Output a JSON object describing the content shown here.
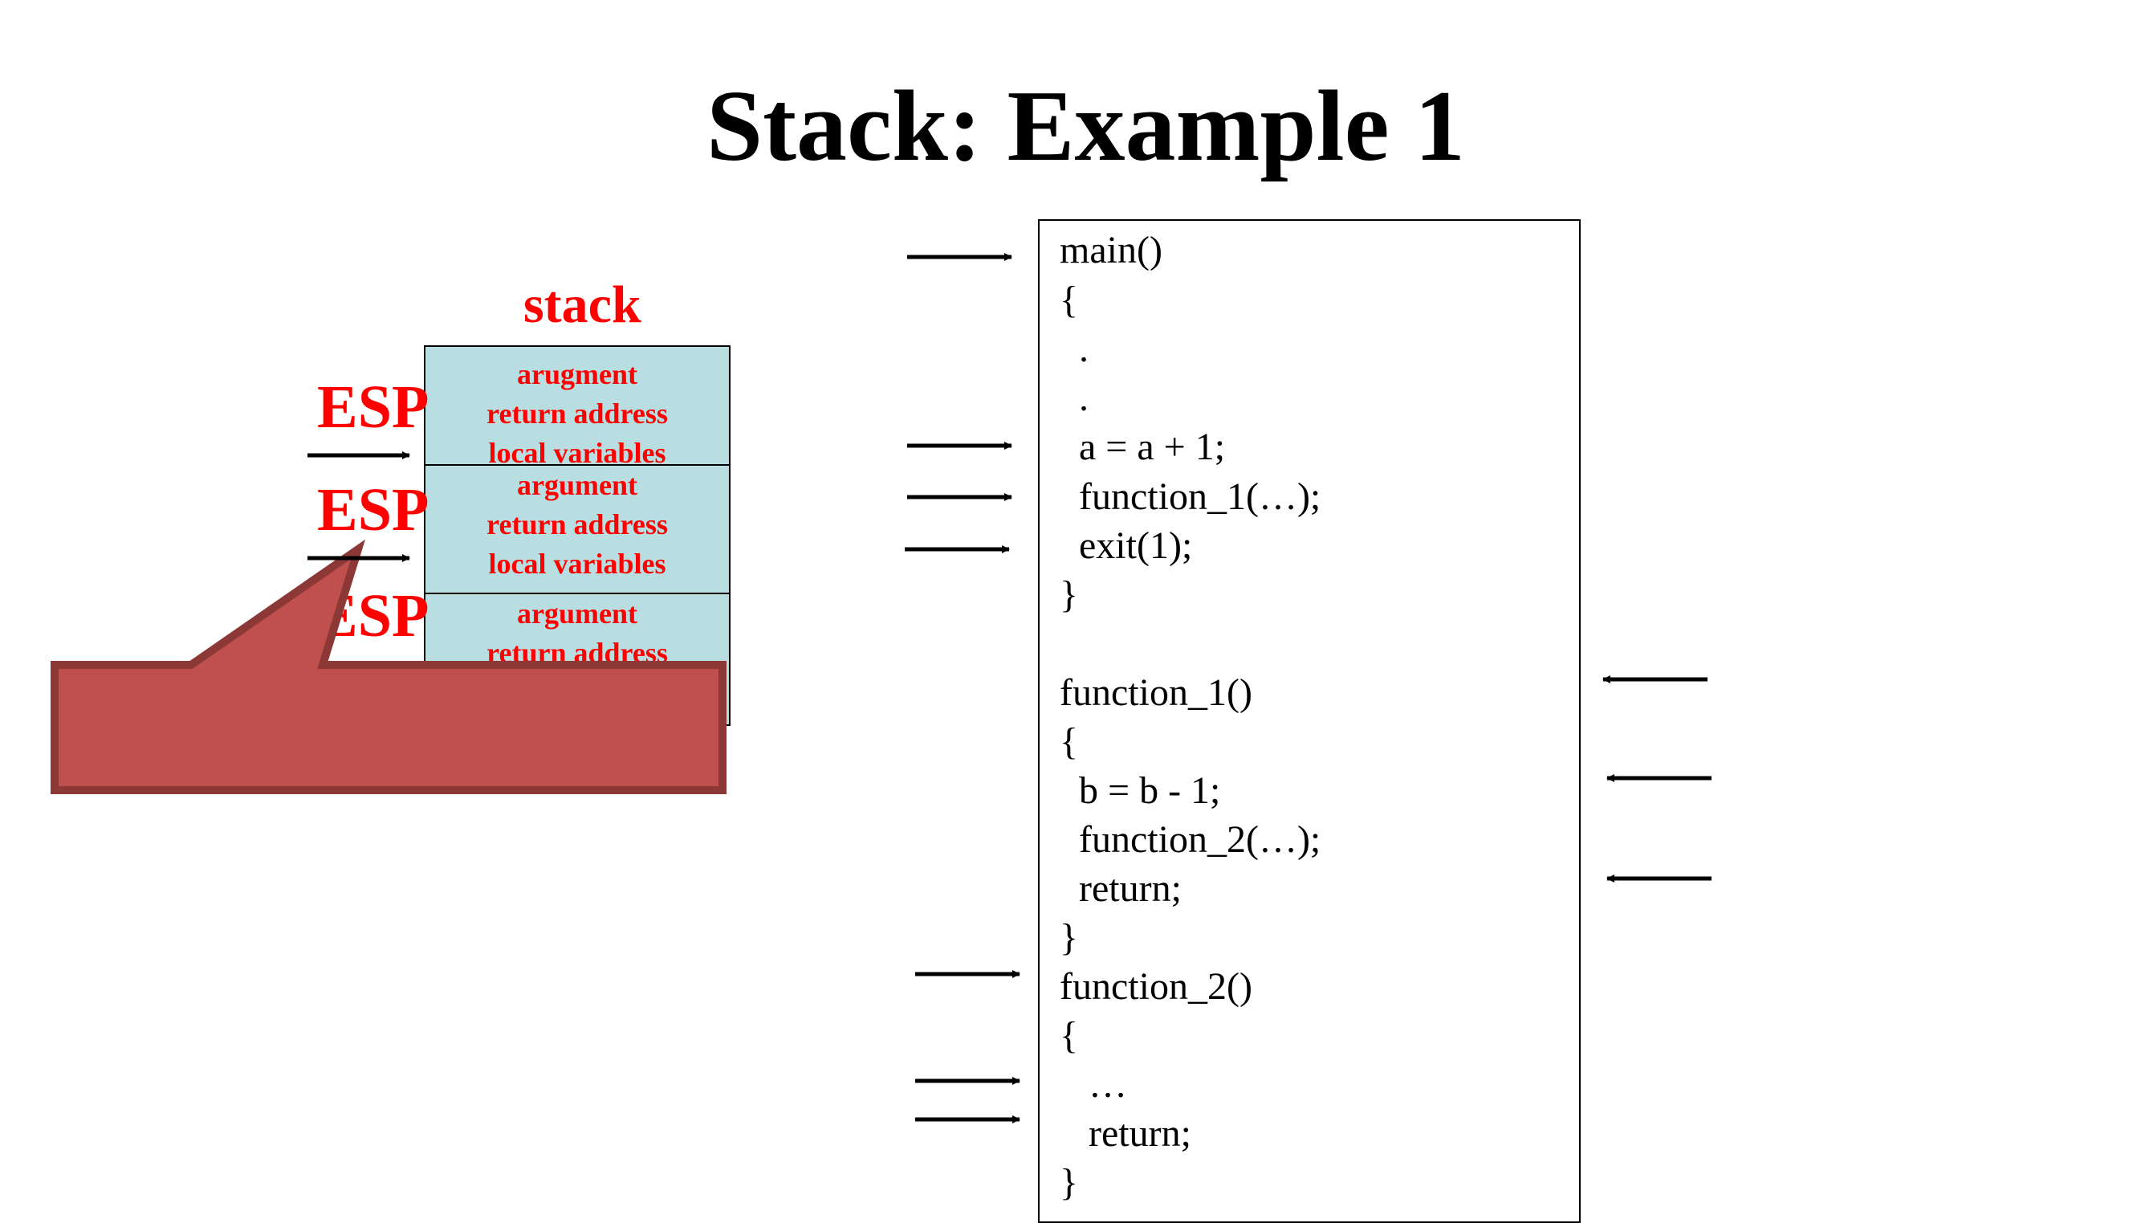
{
  "slide": {
    "title": "Stack: Example 1"
  },
  "stack": {
    "label": "stack",
    "frames": [
      {
        "lines": [
          "arugment",
          "return address",
          "local variables"
        ]
      },
      {
        "lines": [
          "argument",
          "return address",
          "local variables"
        ]
      },
      {
        "lines": [
          "argument",
          "return address",
          ""
        ]
      }
    ],
    "esp_labels": [
      "ESP",
      "ESP",
      "ESP"
    ]
  },
  "code": {
    "lines": [
      "main()",
      "{",
      "  .",
      "  .",
      "  a = a + 1;",
      "  function_1(…);",
      "  exit(1);",
      "}",
      "",
      "function_1()",
      "{",
      "  b = b - 1;",
      "  function_2(…);",
      "  return;",
      "}",
      "function_2()",
      "{",
      "   …",
      "   return;",
      "}"
    ]
  },
  "colors": {
    "accent": "#ff0000",
    "frame_fill": "#b9dee1",
    "callout_fill": "#c0504d",
    "callout_border": "#8c3836"
  }
}
